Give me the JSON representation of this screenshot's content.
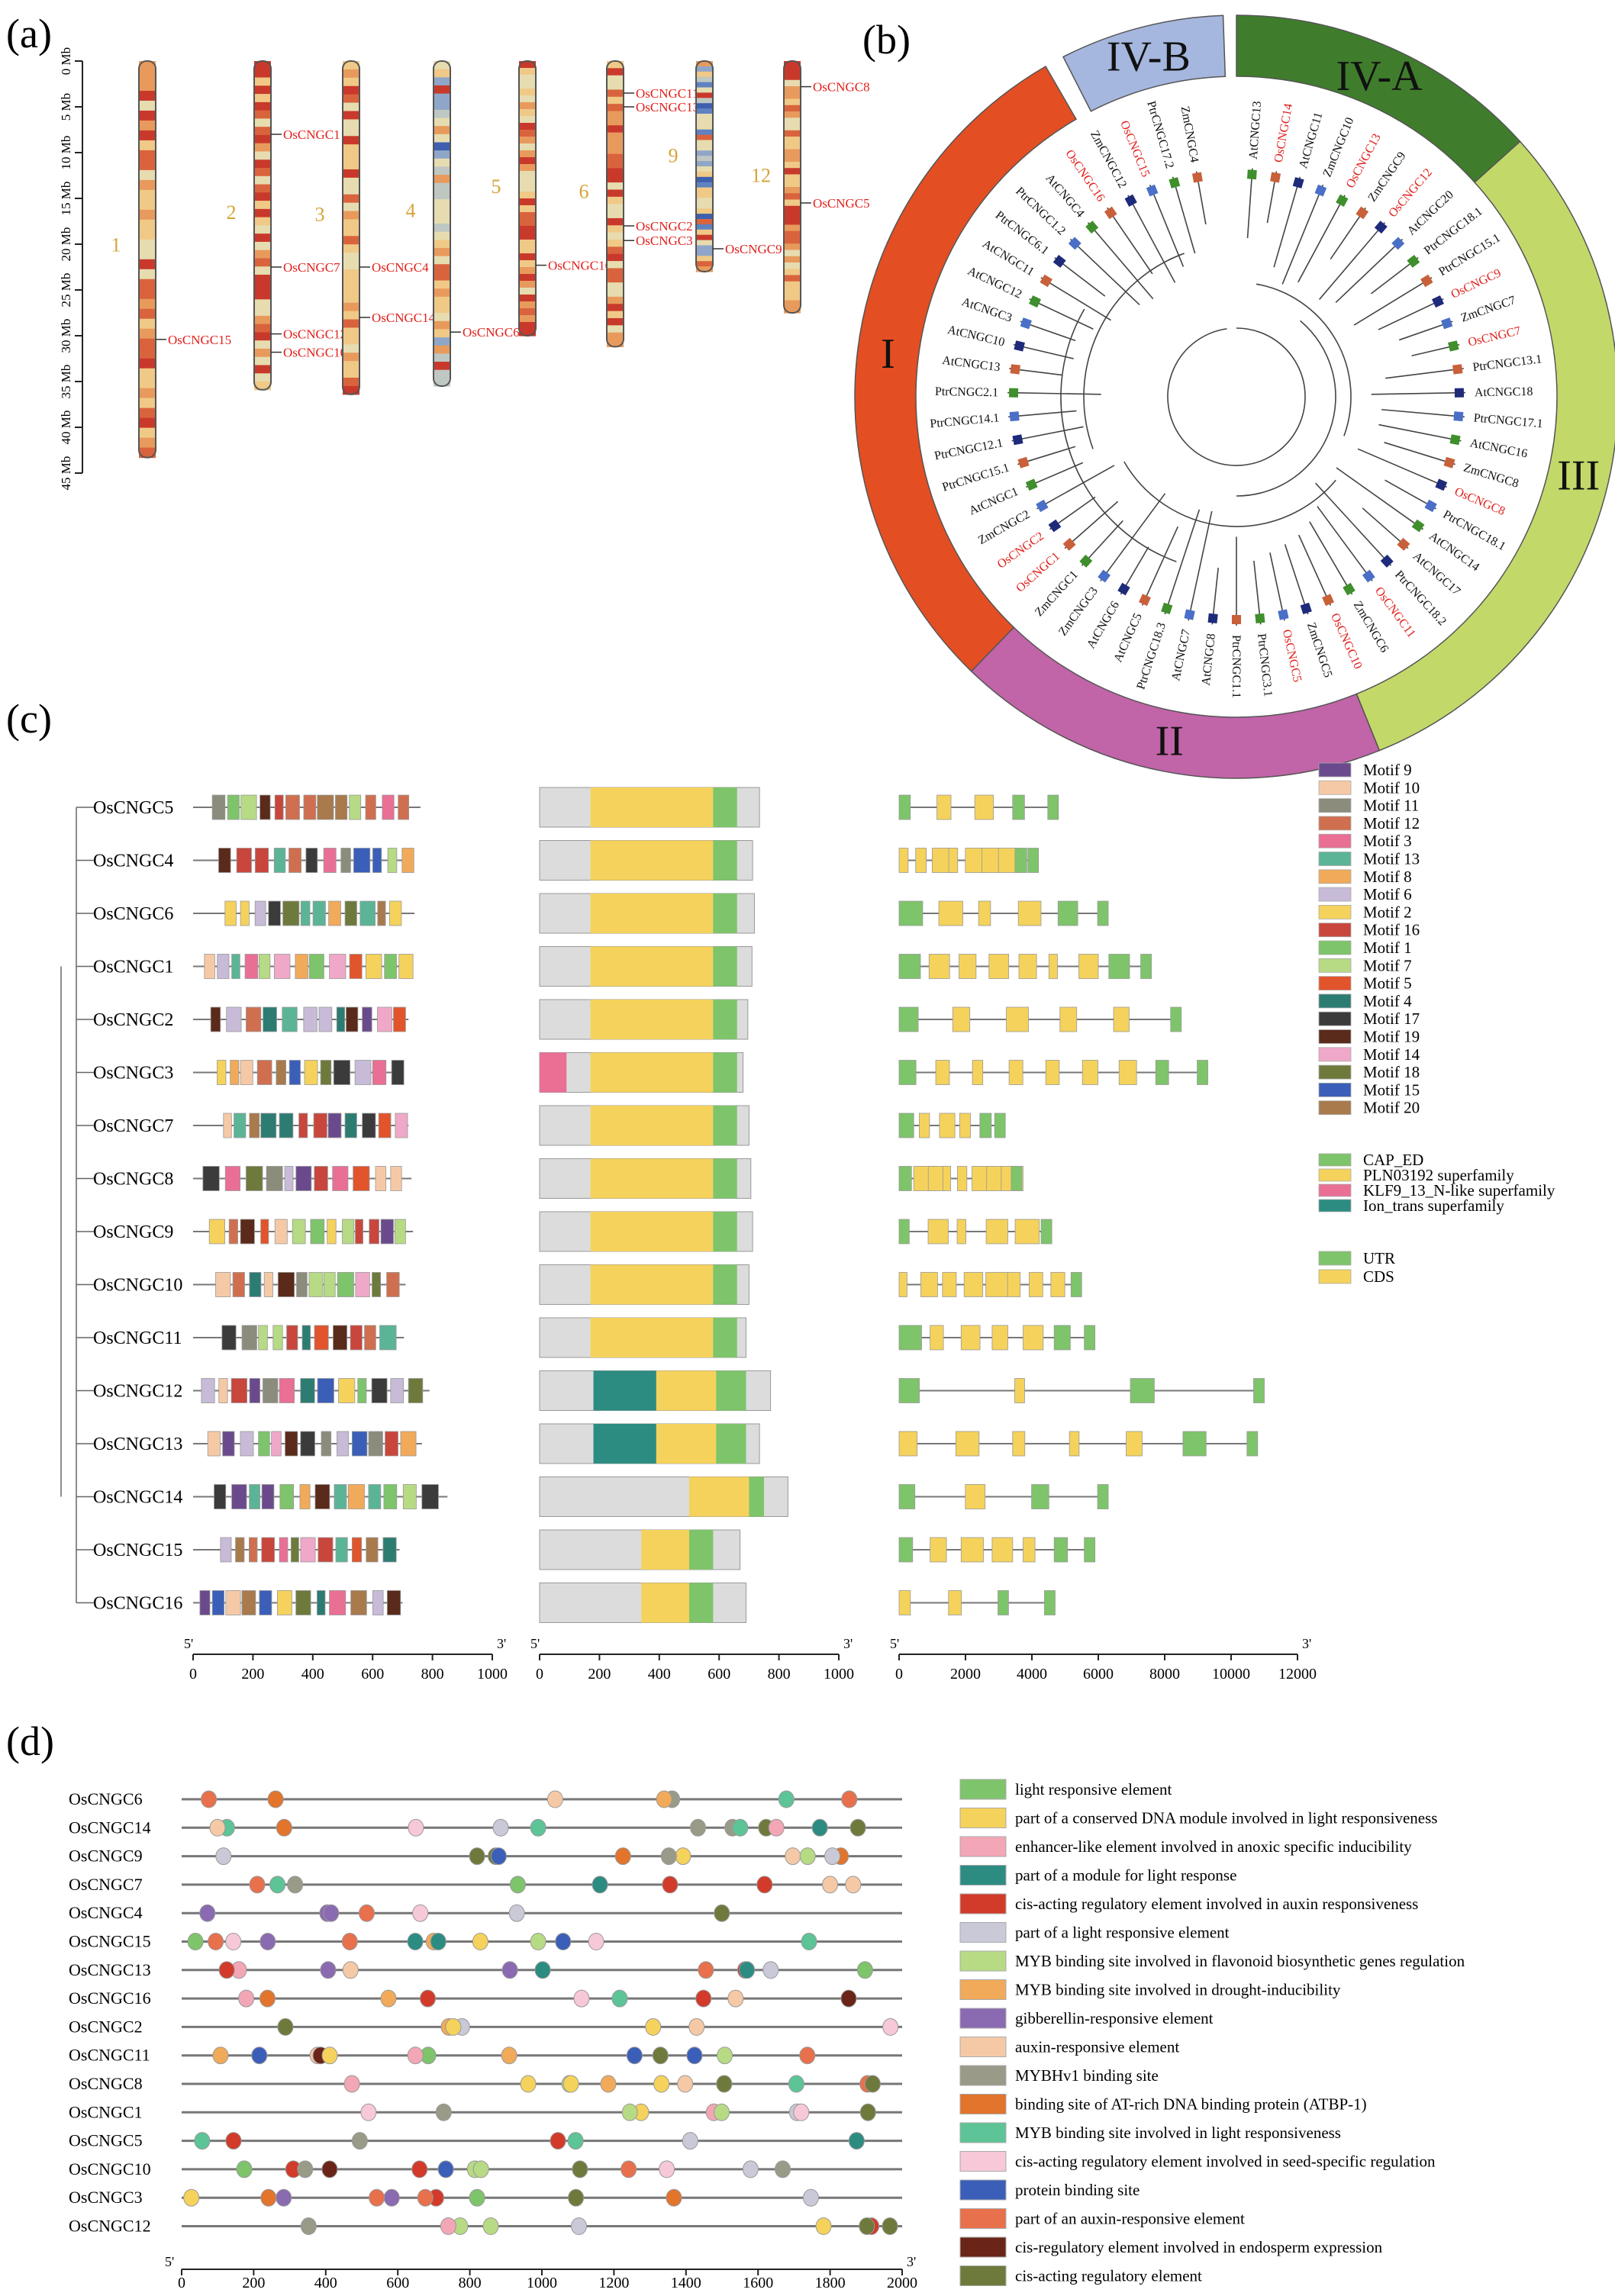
{
  "panels": {
    "a": {
      "label": "(a)",
      "axis_ticks": [
        "0 Mb",
        "5 Mb",
        "10 Mb",
        "15 Mb",
        "20 Mb",
        "25 Mb",
        "30 Mb",
        "35 Mb",
        "40 Mb",
        "45 Mb"
      ],
      "chromosomes": [
        {
          "name": "1",
          "length_mb": 43.3,
          "genes": [
            {
              "name": "OsCNGC15",
              "pos_mb": 30.4
            }
          ]
        },
        {
          "name": "2",
          "length_mb": 35.9,
          "genes": [
            {
              "name": "OsCNGC1",
              "pos_mb": 8.0
            },
            {
              "name": "OsCNGC7",
              "pos_mb": 22.5
            },
            {
              "name": "OsCNGC12",
              "pos_mb": 29.8
            },
            {
              "name": "OsCNGC10",
              "pos_mb": 31.8
            }
          ]
        },
        {
          "name": "3",
          "length_mb": 36.4,
          "genes": [
            {
              "name": "OsCNGC4",
              "pos_mb": 22.5
            },
            {
              "name": "OsCNGC14",
              "pos_mb": 28.0
            }
          ]
        },
        {
          "name": "4",
          "length_mb": 35.5,
          "genes": [
            {
              "name": "OsCNGC6",
              "pos_mb": 29.6
            }
          ]
        },
        {
          "name": "5",
          "length_mb": 30.0,
          "genes": [
            {
              "name": "OsCNGC16",
              "pos_mb": 22.3
            }
          ]
        },
        {
          "name": "6",
          "length_mb": 31.2,
          "genes": [
            {
              "name": "OsCNGC11",
              "pos_mb": 3.5
            },
            {
              "name": "OsCNGC13",
              "pos_mb": 5.0
            },
            {
              "name": "OsCNGC2",
              "pos_mb": 18.0
            },
            {
              "name": "OsCNGC3",
              "pos_mb": 19.6
            }
          ]
        },
        {
          "name": "9",
          "length_mb": 23.0,
          "genes": [
            {
              "name": "OsCNGC9",
              "pos_mb": 20.5
            }
          ]
        },
        {
          "name": "12",
          "length_mb": 27.5,
          "genes": [
            {
              "name": "OsCNGC8",
              "pos_mb": 2.8
            },
            {
              "name": "OsCNGC5",
              "pos_mb": 15.5
            }
          ]
        }
      ]
    },
    "b": {
      "label": "(b)",
      "groups": [
        {
          "name": "IV-A",
          "color": "#3f7d2c"
        },
        {
          "name": "III",
          "color": "#c2d96a"
        },
        {
          "name": "II",
          "color": "#c164a8"
        },
        {
          "name": "I",
          "color": "#e44e23"
        },
        {
          "name": "IV-B",
          "color": "#a5b7de"
        }
      ],
      "leaves": [
        "AtCNGC13",
        "OsCNGC14",
        "AtCNGC11",
        "ZmCNGC10",
        "OsCNGC13",
        "ZmCNGC9",
        "OsCNGC12",
        "AtCNGC20",
        "PtrCNGC18.1",
        "PtrCNGC15.1",
        "OsCNGC9",
        "ZmCNGC7",
        "OsCNGC7",
        "PtrCNGC13.1",
        "AtCNGC18",
        "PtrCNGC17.1",
        "AtCNGC16",
        "ZmCNGC8",
        "OsCNGC8",
        "PtrCNGC18.1",
        "AtCNGC14",
        "AtCNGC17",
        "PtrCNGC18.2",
        "OsCNGC11",
        "ZmCNGC6",
        "OsCNGC10",
        "ZmCNGC5",
        "OsCNGC5",
        "PtrCNGC3.1",
        "PtrCNGC1.1",
        "AtCNGC8",
        "AtCNGC7",
        "PtrCNGC18.3",
        "AtCNGC5",
        "AtCNGC6",
        "ZmCNGC3",
        "ZmCNGC1",
        "OsCNGC1",
        "OsCNGC2",
        "ZmCNGC2",
        "AtCNGC1",
        "PtrCNGC15.1",
        "PtrCNGC12.1",
        "PtrCNGC14.1",
        "PtrCNGC2.1",
        "AtCNGC13",
        "AtCNGC10",
        "AtCNGC3",
        "AtCNGC12",
        "AtCNGC11",
        "PtrCNGC6.1",
        "PtrCNGC1.2",
        "AtCNGC4",
        "OsCNGC16",
        "ZmCNGC12",
        "OsCNGC15",
        "PtrCNGC17.2",
        "ZmCNGC4"
      ]
    },
    "c": {
      "label": "(c)",
      "genes": [
        "OsCNGC5",
        "OsCNGC4",
        "OsCNGC6",
        "OsCNGC1",
        "OsCNGC2",
        "OsCNGC3",
        "OsCNGC7",
        "OsCNGC8",
        "OsCNGC9",
        "OsCNGC10",
        "OsCNGC11",
        "OsCNGC12",
        "OsCNGC13",
        "OsCNGC14",
        "OsCNGC15",
        "OsCNGC16"
      ],
      "motif_legend": [
        {
          "name": "Motif 9",
          "color": "#6a4a8c"
        },
        {
          "name": "Motif 10",
          "color": "#f6c9a6"
        },
        {
          "name": "Motif 11",
          "color": "#8c8c7c"
        },
        {
          "name": "Motif 12",
          "color": "#cf6f4f"
        },
        {
          "name": "Motif 3",
          "color": "#e96f95"
        },
        {
          "name": "Motif 13",
          "color": "#5cb496"
        },
        {
          "name": "Motif 8",
          "color": "#f1aa5a"
        },
        {
          "name": "Motif 6",
          "color": "#c7bbd8"
        },
        {
          "name": "Motif 2",
          "color": "#f5d25b"
        },
        {
          "name": "Motif 16",
          "color": "#c8463c"
        },
        {
          "name": "Motif 1",
          "color": "#7ec46a"
        },
        {
          "name": "Motif 7",
          "color": "#b7da84"
        },
        {
          "name": "Motif 5",
          "color": "#e2542c"
        },
        {
          "name": "Motif 4",
          "color": "#2c7c72"
        },
        {
          "name": "Motif 17",
          "color": "#3b3b3b"
        },
        {
          "name": "Motif 19",
          "color": "#5a2a1a"
        },
        {
          "name": "Motif 14",
          "color": "#f0a8c8"
        },
        {
          "name": "Motif 18",
          "color": "#6e7a3c"
        },
        {
          "name": "Motif 15",
          "color": "#3b5fb8"
        },
        {
          "name": "Motif 20",
          "color": "#a87a4c"
        }
      ],
      "domain_legend": [
        {
          "name": "CAP_ED",
          "color": "#7ec46a"
        },
        {
          "name": "PLN03192 superfamily",
          "color": "#f5d25b"
        },
        {
          "name": "KLF9_13_N-like superfamily",
          "color": "#e96f95"
        },
        {
          "name": "Ion_trans superfamily",
          "color": "#2c8c82"
        }
      ],
      "structure_legend": [
        {
          "name": "UTR",
          "color": "#7ec46a"
        },
        {
          "name": "CDS",
          "color": "#f5d25b"
        }
      ],
      "axes": [
        {
          "left": "5'",
          "right": "3'",
          "ticks": [
            "0",
            "200",
            "400",
            "600",
            "800",
            "1000"
          ]
        },
        {
          "left": "5'",
          "right": "3'",
          "ticks": [
            "0",
            "200",
            "400",
            "600",
            "800",
            "1000"
          ]
        },
        {
          "left": "5'",
          "right": "3'",
          "ticks": [
            "0",
            "2000",
            "4000",
            "6000",
            "8000",
            "10000",
            "12000"
          ]
        }
      ]
    },
    "d": {
      "label": "(d)",
      "genes": [
        "OsCNGC6",
        "OsCNGC14",
        "OsCNGC9",
        "OsCNGC7",
        "OsCNGC4",
        "OsCNGC15",
        "OsCNGC13",
        "OsCNGC16",
        "OsCNGC2",
        "OsCNGC11",
        "OsCNGC8",
        "OsCNGC1",
        "OsCNGC5",
        "OsCNGC10",
        "OsCNGC3",
        "OsCNGC12"
      ],
      "legend": [
        {
          "name": "light responsive element",
          "color": "#7ec46a"
        },
        {
          "name": "part of a conserved DNA module involved in light responsiveness",
          "color": "#f5d25b"
        },
        {
          "name": "enhancer-like element involved in anoxic specific inducibility",
          "color": "#f3a6b6"
        },
        {
          "name": "part of a module for light response",
          "color": "#2c8c82"
        },
        {
          "name": "cis-acting regulatory element involved in auxin responsiveness",
          "color": "#d23a2a"
        },
        {
          "name": "part of a light responsive element",
          "color": "#c9c9d8"
        },
        {
          "name": "MYB binding site involved in flavonoid biosynthetic genes regulation",
          "color": "#b7da84"
        },
        {
          "name": "MYB binding site involved in drought-inducibility",
          "color": "#f1aa5a"
        },
        {
          "name": "gibberellin-responsive element",
          "color": "#8a6ab0"
        },
        {
          "name": "auxin-responsive element",
          "color": "#f6c9a6"
        },
        {
          "name": "MYBHv1 binding site",
          "color": "#9a9a88"
        },
        {
          "name": "binding site of AT-rich DNA binding protein (ATBP-1)",
          "color": "#e2742c"
        },
        {
          "name": "MYB binding site involved in light responsiveness",
          "color": "#5cc496"
        },
        {
          "name": "cis-acting regulatory element involved in seed-specific regulation",
          "color": "#f7c8d8"
        },
        {
          "name": "protein binding site",
          "color": "#3b5fb8"
        },
        {
          "name": "part of an auxin-responsive element",
          "color": "#e8704c"
        },
        {
          "name": "cis-regulatory element involved in endosperm expression",
          "color": "#6a2418"
        },
        {
          "name": "cis-acting regulatory element",
          "color": "#6e7a3c"
        }
      ],
      "axis": {
        "left": "5'",
        "right": "3'",
        "ticks": [
          "0",
          "200",
          "400",
          "600",
          "800",
          "1000",
          "1200",
          "1400",
          "1600",
          "1800",
          "2000"
        ]
      }
    }
  }
}
